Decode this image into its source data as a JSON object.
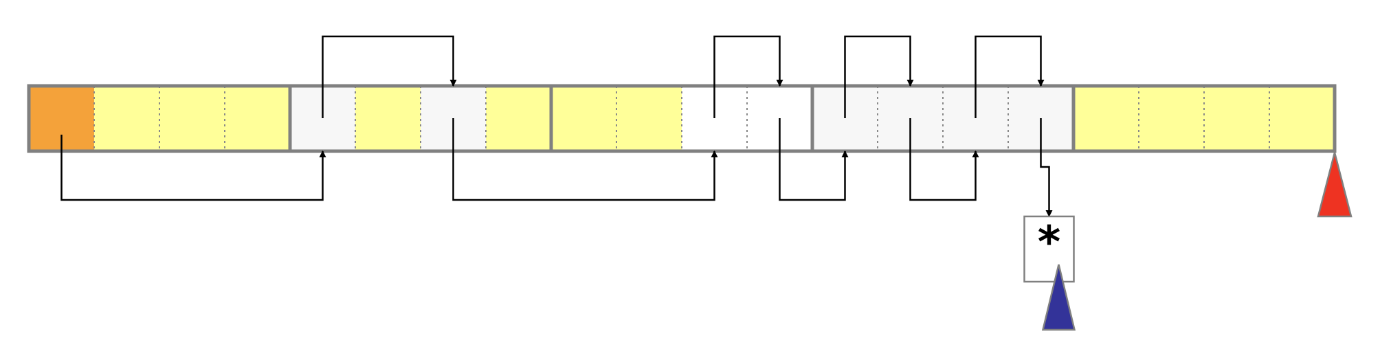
{
  "colors": {
    "head_cell": "#f4a23a",
    "used_cell": "#ffff99",
    "free_cell": "#f7f7f7",
    "empty_cell": "#ffffff",
    "border": "#808080",
    "divider": "#888888",
    "link": "#000000",
    "end_marker": "#ee3322",
    "current_marker": "#333399"
  },
  "memory": {
    "blocks": [
      {
        "id": "block-1",
        "cells": [
          "head",
          "used",
          "used",
          "used"
        ]
      },
      {
        "id": "block-2",
        "cells": [
          "free",
          "used",
          "free",
          "used"
        ]
      },
      {
        "id": "block-3",
        "cells": [
          "used",
          "used",
          "empty",
          "empty"
        ]
      },
      {
        "id": "block-4",
        "cells": [
          "free",
          "free",
          "free",
          "free"
        ]
      },
      {
        "id": "block-5",
        "cells": [
          "used",
          "used",
          "used",
          "used"
        ]
      }
    ]
  },
  "links": [
    {
      "from": 0,
      "to": 4,
      "side": "below"
    },
    {
      "from": 4,
      "to": 6,
      "side": "above"
    },
    {
      "from": 6,
      "to": 10,
      "side": "below"
    },
    {
      "from": 10,
      "to": 11,
      "side": "above"
    },
    {
      "from": 11,
      "to": 12,
      "side": "below"
    },
    {
      "from": 12,
      "to": 13,
      "side": "above"
    },
    {
      "from": 13,
      "to": 14,
      "side": "below"
    },
    {
      "from": 14,
      "to": 15,
      "side": "above"
    },
    {
      "from": 15,
      "to": "terminal",
      "side": "down"
    }
  ],
  "terminal": {
    "symbol": "*"
  },
  "markers": {
    "end": {
      "icon": "red-triangle-icon"
    },
    "current": {
      "icon": "blue-triangle-icon"
    }
  }
}
